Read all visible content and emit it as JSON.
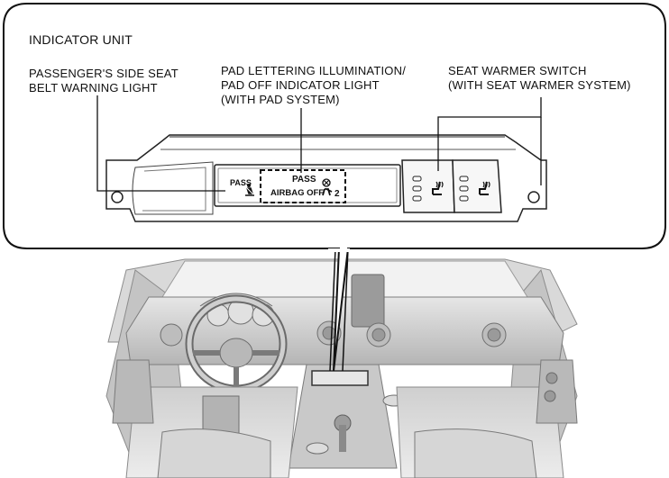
{
  "callout": {
    "title": "INDICATOR UNIT",
    "labels": {
      "belt_line1": "PASSENGER'S SIDE SEAT",
      "belt_line2": "BELT WARNING LIGHT",
      "pad_line1": "PAD LETTERING ILLUMINATION/",
      "pad_line2": "PAD OFF INDICATOR LIGHT",
      "pad_line3": "(WITH PAD SYSTEM)",
      "heat_line1": "SEAT WARMER SWITCH",
      "heat_line2": "(WITH SEAT WARMER SYSTEM)"
    }
  },
  "panel": {
    "pass_small": "PASS",
    "pass_large": "PASS",
    "airbag_off": "AIRBAG OFF",
    "seat_number": "2"
  },
  "icons": {
    "belt": "seatbelt-person-icon",
    "airbag": "airbag-off-icon",
    "heater": "seat-heater-icon"
  }
}
